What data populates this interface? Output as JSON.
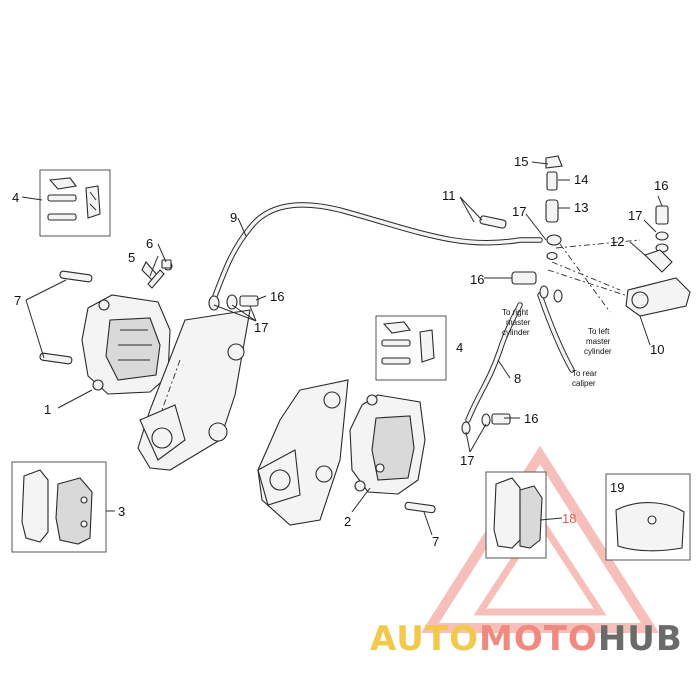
{
  "callouts": {
    "n1": "1",
    "n2": "2",
    "n3": "3",
    "n4a": "4",
    "n4b": "4",
    "n5": "5",
    "n6": "6",
    "n7a": "7",
    "n7b": "7",
    "n8": "8",
    "n9": "9",
    "n10": "10",
    "n11": "11",
    "n12": "12",
    "n13": "13",
    "n14": "14",
    "n15": "15",
    "n16a": "16",
    "n16b": "16",
    "n16c": "16",
    "n16d": "16",
    "n17a": "17",
    "n17b": "17",
    "n17c": "17",
    "n17d": "17",
    "n18": "18",
    "n19": "19"
  },
  "notes": {
    "right_master_l1": "To right",
    "right_master_l2": "master",
    "right_master_l3": "cylinder",
    "left_master_l1": "To left",
    "left_master_l2": "master",
    "left_master_l3": "cylinder",
    "rear_caliper_l1": "To rear",
    "rear_caliper_l2": "caliper"
  },
  "watermark": {
    "part1": "AUTO",
    "part2": "MOTO",
    "part3": "HUB",
    "color1": "#f2c94c",
    "color2": "#f08a80",
    "color3": "#6b6b6b"
  }
}
